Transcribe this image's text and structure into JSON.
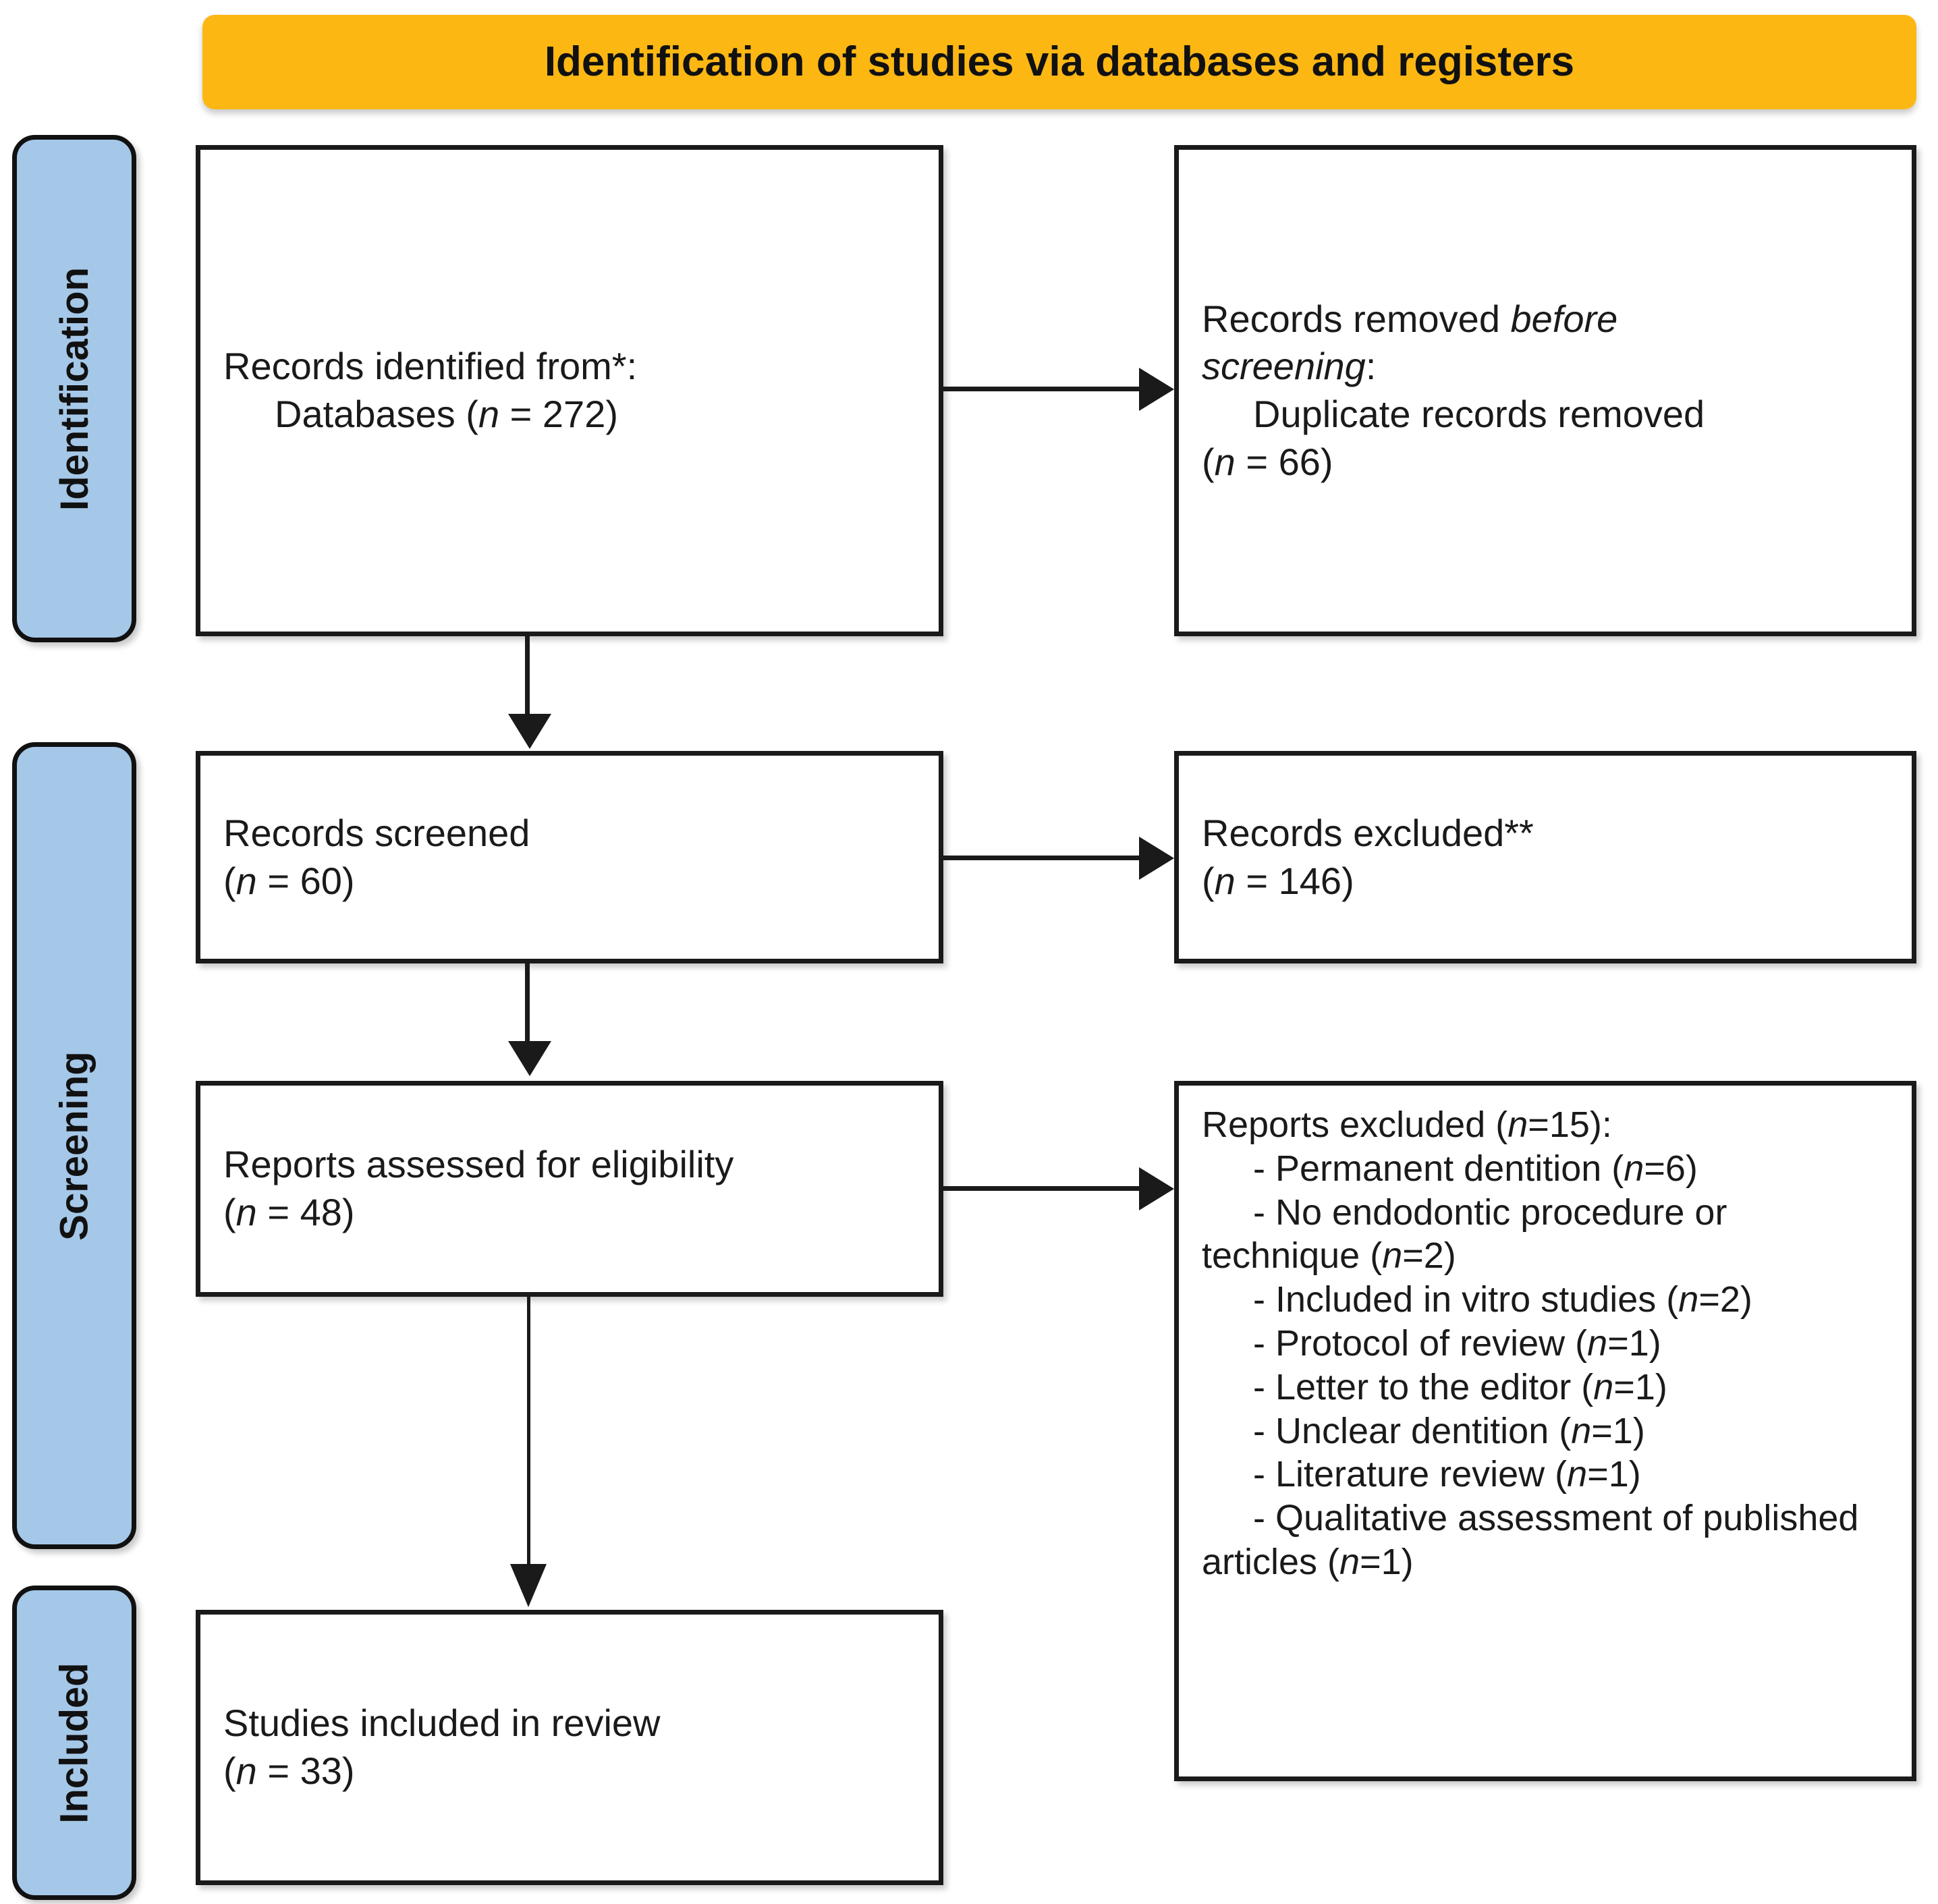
{
  "banner": {
    "title": "Identification of studies via databases and registers",
    "color": "#FCB713"
  },
  "stages": [
    {
      "key": "identification",
      "label": "Identification"
    },
    {
      "key": "screening",
      "label": "Screening"
    },
    {
      "key": "included",
      "label": "Included"
    }
  ],
  "stage_color": "#A5C7E8",
  "boxes": {
    "identified": {
      "line1": "Records identified from*:",
      "line2_prefix": "Databases (",
      "line2_italic": "n",
      "line2_suffix": " = 272)"
    },
    "removed": {
      "line1_prefix": "Records removed ",
      "line1_italic": "before",
      "line2_italic": "screening",
      "line2_suffix": ":",
      "line3": "Duplicate records removed",
      "line4_prefix": "(",
      "line4_italic": "n",
      "line4_suffix": " = 66)"
    },
    "screened": {
      "line1": "Records screened",
      "line2_prefix": "(",
      "line2_italic": "n",
      "line2_suffix": " = 60)"
    },
    "records_excluded": {
      "line1": "Records excluded**",
      "line2_prefix": "(",
      "line2_italic": "n",
      "line2_suffix": " = 146)"
    },
    "eligibility": {
      "line1": "Reports assessed for eligibility",
      "line2_prefix": "(",
      "line2_italic": "n",
      "line2_suffix": " = 48)"
    },
    "reports_excluded": {
      "heading_prefix": "Reports excluded (",
      "heading_italic": "n",
      "heading_suffix": "=15):",
      "items": [
        {
          "text": "- Permanent dentition (",
          "italic": "n",
          "suffix": "=6)"
        },
        {
          "text": "- No endodontic procedure or technique (",
          "italic": "n",
          "suffix": "=2)"
        },
        {
          "text": "- Included in vitro studies (",
          "italic": "n",
          "suffix": "=2)"
        },
        {
          "text": "- Protocol of review (",
          "italic": "n",
          "suffix": "=1)"
        },
        {
          "text": "- Letter to the editor (",
          "italic": "n",
          "suffix": "=1)"
        },
        {
          "text": "- Unclear dentition (",
          "italic": "n",
          "suffix": "=1)"
        },
        {
          "text": "- Literature review (",
          "italic": "n",
          "suffix": "=1)"
        },
        {
          "text": "- Qualitative assessment of published articles (",
          "italic": "n",
          "suffix": "=1)"
        }
      ]
    },
    "included": {
      "line1": "Studies included in review",
      "line2_prefix": "(",
      "line2_italic": "n",
      "line2_suffix": " = 33)"
    }
  },
  "chart_data": {
    "type": "diagram",
    "title": "Identification of studies via databases and registers",
    "nodes": [
      {
        "id": "identified",
        "stage": "Identification",
        "label": "Records identified from*: Databases",
        "n": 272
      },
      {
        "id": "removed",
        "stage": "Identification",
        "label": "Records removed before screening: Duplicate records removed",
        "n": 66
      },
      {
        "id": "screened",
        "stage": "Screening",
        "label": "Records screened",
        "n": 60
      },
      {
        "id": "records_excluded",
        "stage": "Screening",
        "label": "Records excluded**",
        "n": 146
      },
      {
        "id": "eligibility",
        "stage": "Screening",
        "label": "Reports assessed for eligibility",
        "n": 48
      },
      {
        "id": "reports_excluded",
        "stage": "Screening",
        "label": "Reports excluded",
        "n": 15,
        "breakdown": [
          {
            "reason": "Permanent dentition",
            "n": 6
          },
          {
            "reason": "No endodontic procedure or technique",
            "n": 2
          },
          {
            "reason": "Included in vitro studies",
            "n": 2
          },
          {
            "reason": "Protocol of review",
            "n": 1
          },
          {
            "reason": "Letter to the editor",
            "n": 1
          },
          {
            "reason": "Unclear dentition",
            "n": 1
          },
          {
            "reason": "Literature review",
            "n": 1
          },
          {
            "reason": "Qualitative assessment of published articles",
            "n": 1
          }
        ]
      },
      {
        "id": "included",
        "stage": "Included",
        "label": "Studies included in review",
        "n": 33
      }
    ],
    "edges": [
      {
        "from": "identified",
        "to": "removed",
        "direction": "right"
      },
      {
        "from": "identified",
        "to": "screened",
        "direction": "down"
      },
      {
        "from": "screened",
        "to": "records_excluded",
        "direction": "right"
      },
      {
        "from": "screened",
        "to": "eligibility",
        "direction": "down"
      },
      {
        "from": "eligibility",
        "to": "reports_excluded",
        "direction": "right"
      },
      {
        "from": "eligibility",
        "to": "included",
        "direction": "down"
      }
    ]
  }
}
